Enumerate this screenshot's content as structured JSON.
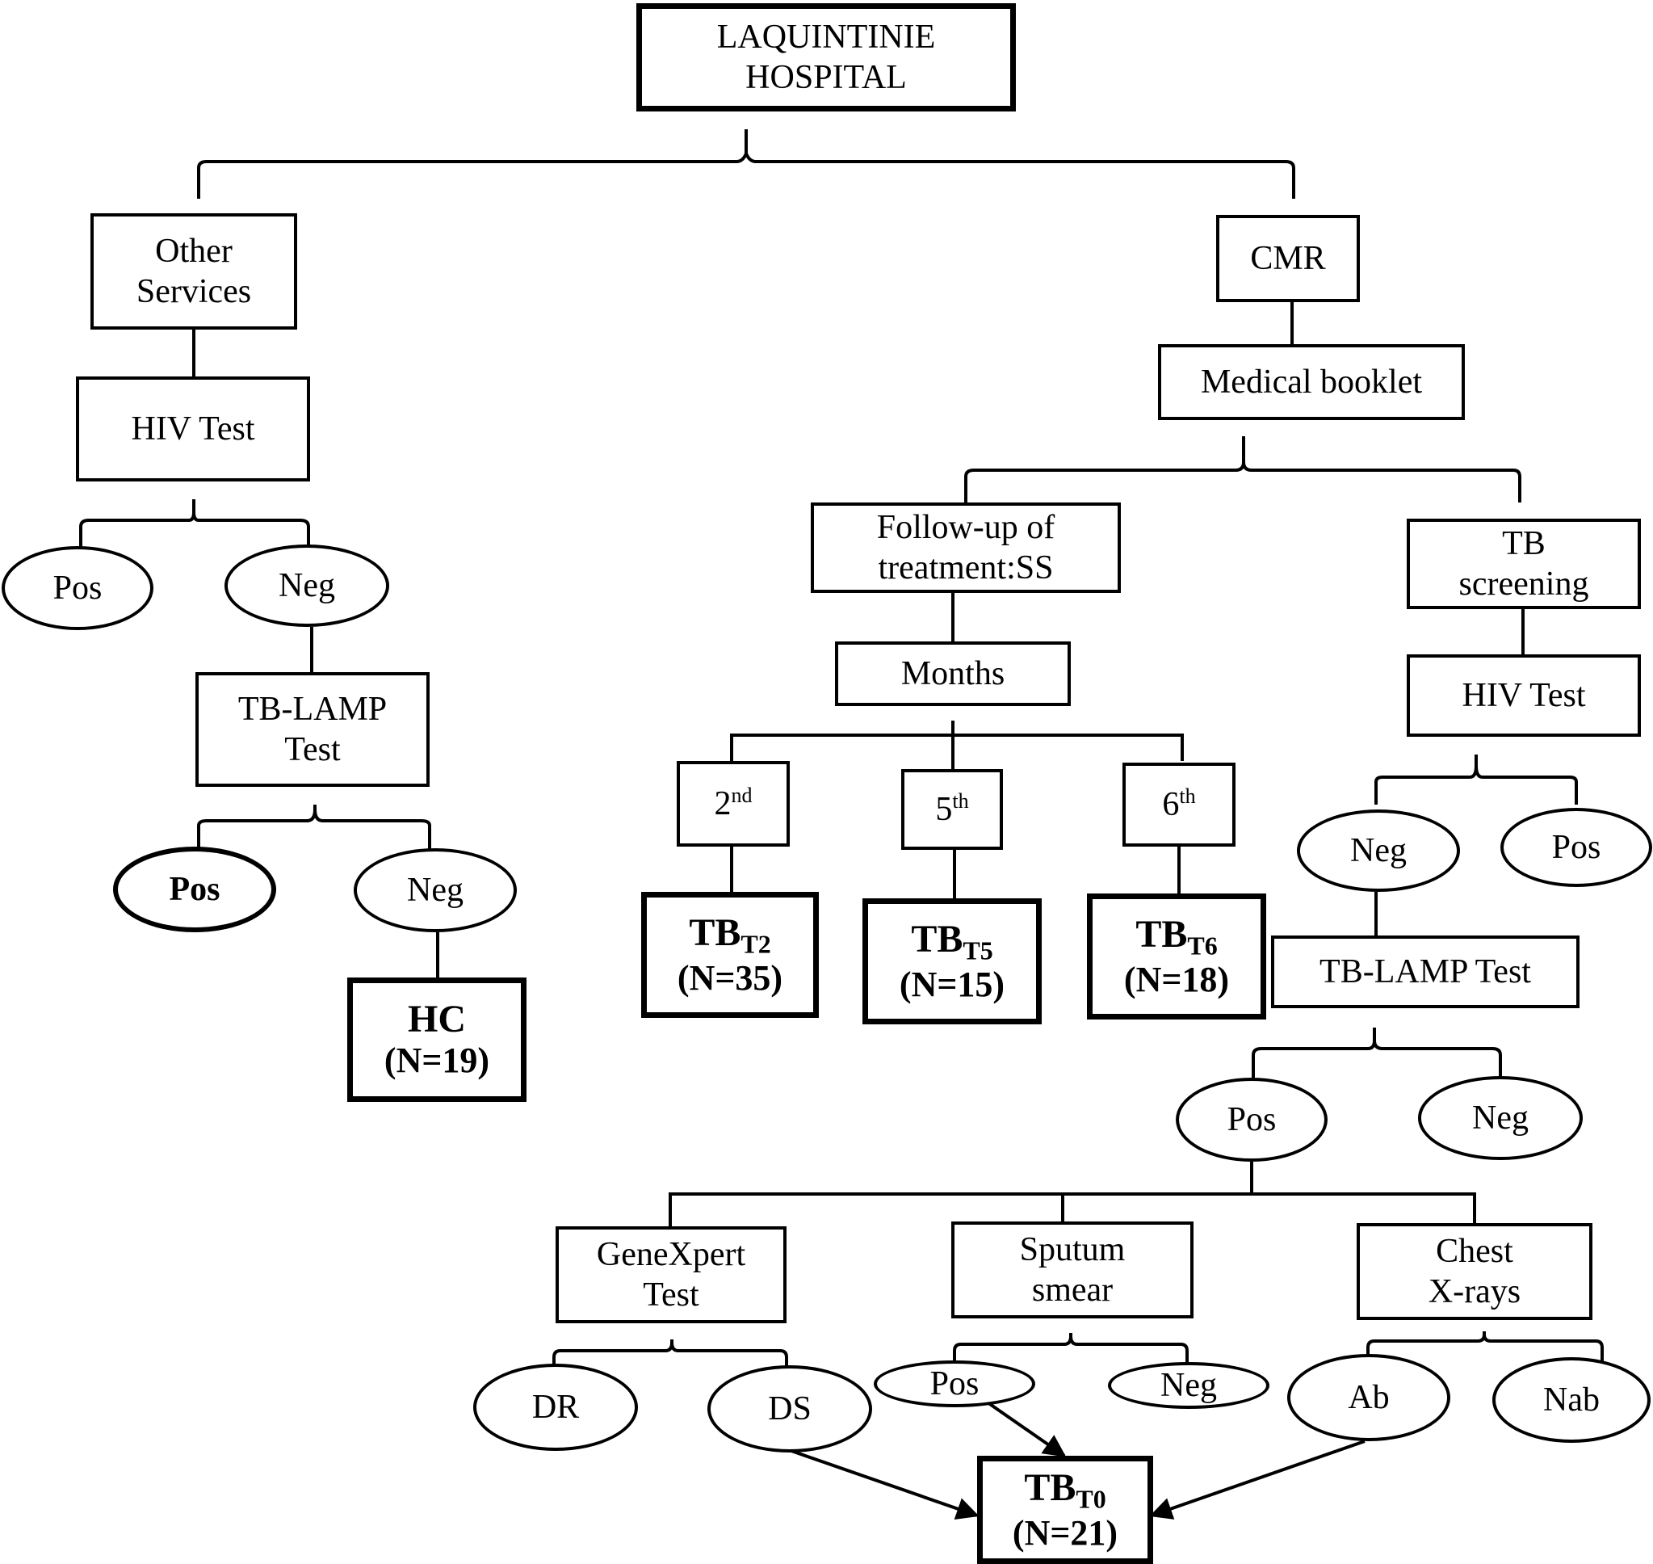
{
  "root": {
    "line1": "LAQUINTINIE",
    "line2": "HOSPITAL"
  },
  "left": {
    "other_services": {
      "line1": "Other",
      "line2": "Services"
    },
    "hiv_test": "HIV Test",
    "hiv_pos": "Pos",
    "hiv_neg": "Neg",
    "tblamp": {
      "line1": "TB-LAMP",
      "line2": "Test"
    },
    "lamp_pos": "Pos",
    "lamp_neg": "Neg",
    "hc": {
      "label": "HC",
      "n": "(N=19)"
    }
  },
  "cmr": "CMR",
  "medical_booklet": "Medical booklet",
  "followup": {
    "title": {
      "line1": "Follow-up of",
      "line2": "treatment:SS"
    },
    "months": "Months",
    "m2": {
      "num": "2",
      "sup": "nd"
    },
    "m5": {
      "num": "5",
      "sup": "th"
    },
    "m6": {
      "num": "6",
      "sup": "th"
    },
    "tbt2": {
      "label": "TB",
      "sub": "T2",
      "n": "(N=35)"
    },
    "tbt5": {
      "label": "TB",
      "sub": "T5",
      "n": "(N=15)"
    },
    "tbt6": {
      "label": "TB",
      "sub": "T6",
      "n": "(N=18)"
    }
  },
  "screening": {
    "title": {
      "line1": "TB",
      "line2": "screening"
    },
    "hiv_test": "HIV Test",
    "hiv_neg": "Neg",
    "hiv_pos": "Pos",
    "tblamp": "TB-LAMP Test",
    "lamp_pos": "Pos",
    "lamp_neg": "Neg",
    "genexpert": {
      "line1": "GeneXpert",
      "line2": "Test"
    },
    "sputum": {
      "line1": "Sputum",
      "line2": "smear"
    },
    "xray": {
      "line1": "Chest",
      "line2": "X-rays"
    },
    "dr": "DR",
    "ds": "DS",
    "smear_pos": "Pos",
    "smear_neg": "Neg",
    "ab": "Ab",
    "nab": "Nab",
    "tbt0": {
      "label": "TB",
      "sub": "T0",
      "n": "(N=21)"
    }
  }
}
